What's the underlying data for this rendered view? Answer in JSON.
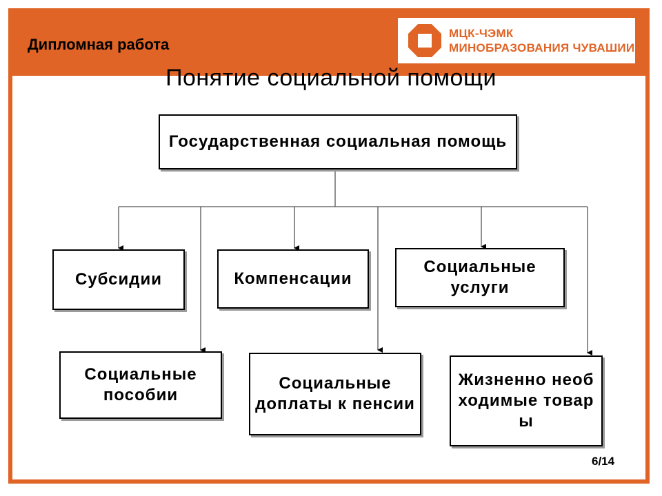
{
  "header": {
    "title": "Дипломная работа"
  },
  "logo": {
    "line1": "МЦК-ЧЭМК",
    "line2": "МИНОБРАЗОВАНИЯ ЧУВАШИИ",
    "icon": "orange-octagon-ring-icon",
    "color": "#e06426"
  },
  "slide": {
    "title": "Понятие социальной помощи"
  },
  "diagram": {
    "root": "Государственная социальная помощь",
    "children": {
      "subsidies": "Субсидии",
      "compensations": "Компенсации",
      "social_services": "Социальные услуги",
      "social_benefits": "Социальные пособии",
      "pension_supplements": "Социальные доплаты к пенсии",
      "essential_goods": "Жизненно необходимые товары"
    }
  },
  "footer": {
    "page": "6/14"
  },
  "colors": {
    "accent": "#e06426",
    "shadow": "#9a9a9a"
  }
}
